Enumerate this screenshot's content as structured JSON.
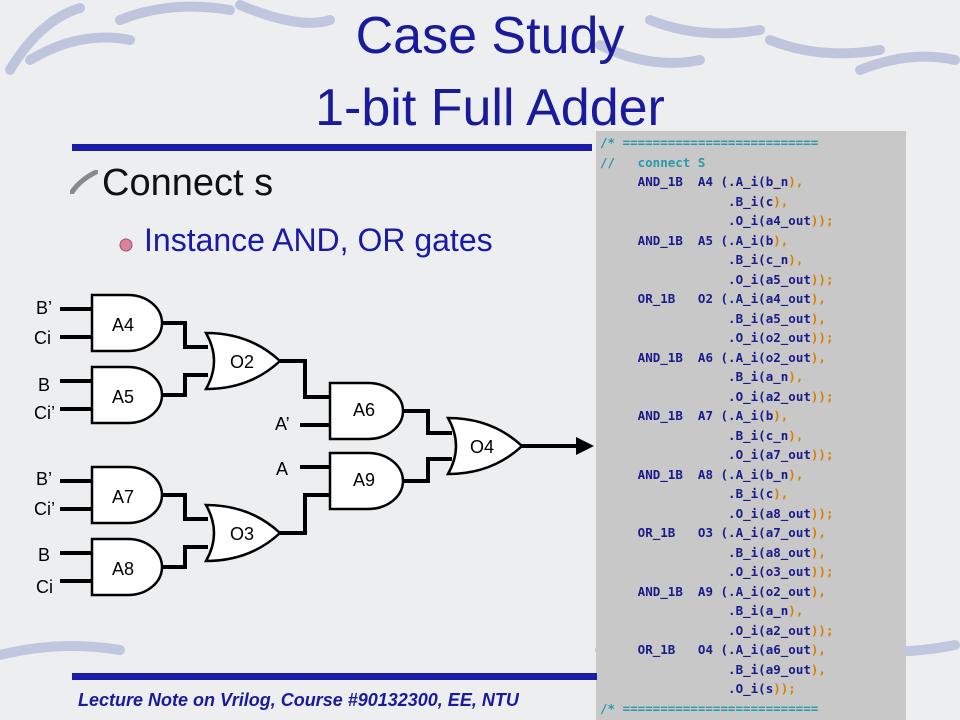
{
  "slide": {
    "title_line1": "Case Study",
    "title_line2": "1-bit Full Adder",
    "bullet_level1": "Connect s",
    "bullet_level2": "Instance AND, OR gates",
    "footer": "Lecture Note on Vrilog, Course #90132300, EE, NTU"
  },
  "circuit": {
    "gates": {
      "a4": "A4",
      "a5": "A5",
      "a7": "A7",
      "a8": "A8",
      "o2": "O2",
      "o3": "O3",
      "a6": "A6",
      "a9": "A9",
      "o4": "O4"
    },
    "inputs": {
      "a4_in1": "B’",
      "a4_in2": "Ci",
      "a5_in1": "B",
      "a5_in2": "Ci’",
      "a7_in1": "B’",
      "a7_in2": "Ci’",
      "a8_in1": "B",
      "a8_in2": "Ci",
      "a6_in": "A’",
      "a9_in": "A"
    }
  },
  "code_lines": [
    {
      "text": "/* ==========================",
      "cls": "cm"
    },
    {
      "text": "//   connect S",
      "cls": "cm"
    },
    {
      "text": "     AND_1B  A4 (.A_i(b_n),",
      "cls": "kw"
    },
    {
      "text": "                 .B_i(c),",
      "cls": "kw"
    },
    {
      "text": "                 .O_i(a4_out));",
      "cls": "kw"
    },
    {
      "text": "     AND_1B  A5 (.A_i(b),",
      "cls": "kw"
    },
    {
      "text": "                 .B_i(c_n),",
      "cls": "kw"
    },
    {
      "text": "                 .O_i(a5_out));",
      "cls": "kw"
    },
    {
      "text": "     OR_1B   O2 (.A_i(a4_out),",
      "cls": "kw"
    },
    {
      "text": "                 .B_i(a5_out),",
      "cls": "kw"
    },
    {
      "text": "                 .O_i(o2_out));",
      "cls": "kw"
    },
    {
      "text": "     AND_1B  A6 (.A_i(o2_out),",
      "cls": "kw"
    },
    {
      "text": "                 .B_i(a_n),",
      "cls": "kw"
    },
    {
      "text": "                 .O_i(a2_out));",
      "cls": "kw"
    },
    {
      "text": "     AND_1B  A7 (.A_i(b),",
      "cls": "kw"
    },
    {
      "text": "                 .B_i(c_n),",
      "cls": "kw"
    },
    {
      "text": "                 .O_i(a7_out));",
      "cls": "kw"
    },
    {
      "text": "     AND_1B  A8 (.A_i(b_n),",
      "cls": "kw"
    },
    {
      "text": "                 .B_i(c),",
      "cls": "kw"
    },
    {
      "text": "                 .O_i(a8_out));",
      "cls": "kw"
    },
    {
      "text": "     OR_1B   O3 (.A_i(a7_out),",
      "cls": "kw"
    },
    {
      "text": "                 .B_i(a8_out),",
      "cls": "kw"
    },
    {
      "text": "                 .O_i(o3_out));",
      "cls": "kw"
    },
    {
      "text": "     AND_1B  A9 (.A_i(o2_out),",
      "cls": "kw"
    },
    {
      "text": "                 .B_i(a_n),",
      "cls": "kw"
    },
    {
      "text": "                 .O_i(a2_out));",
      "cls": "kw"
    },
    {
      "text": "     OR_1B   O4 (.A_i(a6_out),",
      "cls": "kw"
    },
    {
      "text": "                 .B_i(a9_out),",
      "cls": "kw"
    },
    {
      "text": "                 .O_i(s));",
      "cls": "kw"
    },
    {
      "text": "/* ==========================",
      "cls": "cm"
    }
  ],
  "colors": {
    "title": "#1a1a9c",
    "accent_bar": "#1c1caa",
    "code_bg": "#c8c8c8",
    "code_comment": "#2a9aa8",
    "code_keyword": "#1a1a8a",
    "code_punct": "#d88000"
  }
}
